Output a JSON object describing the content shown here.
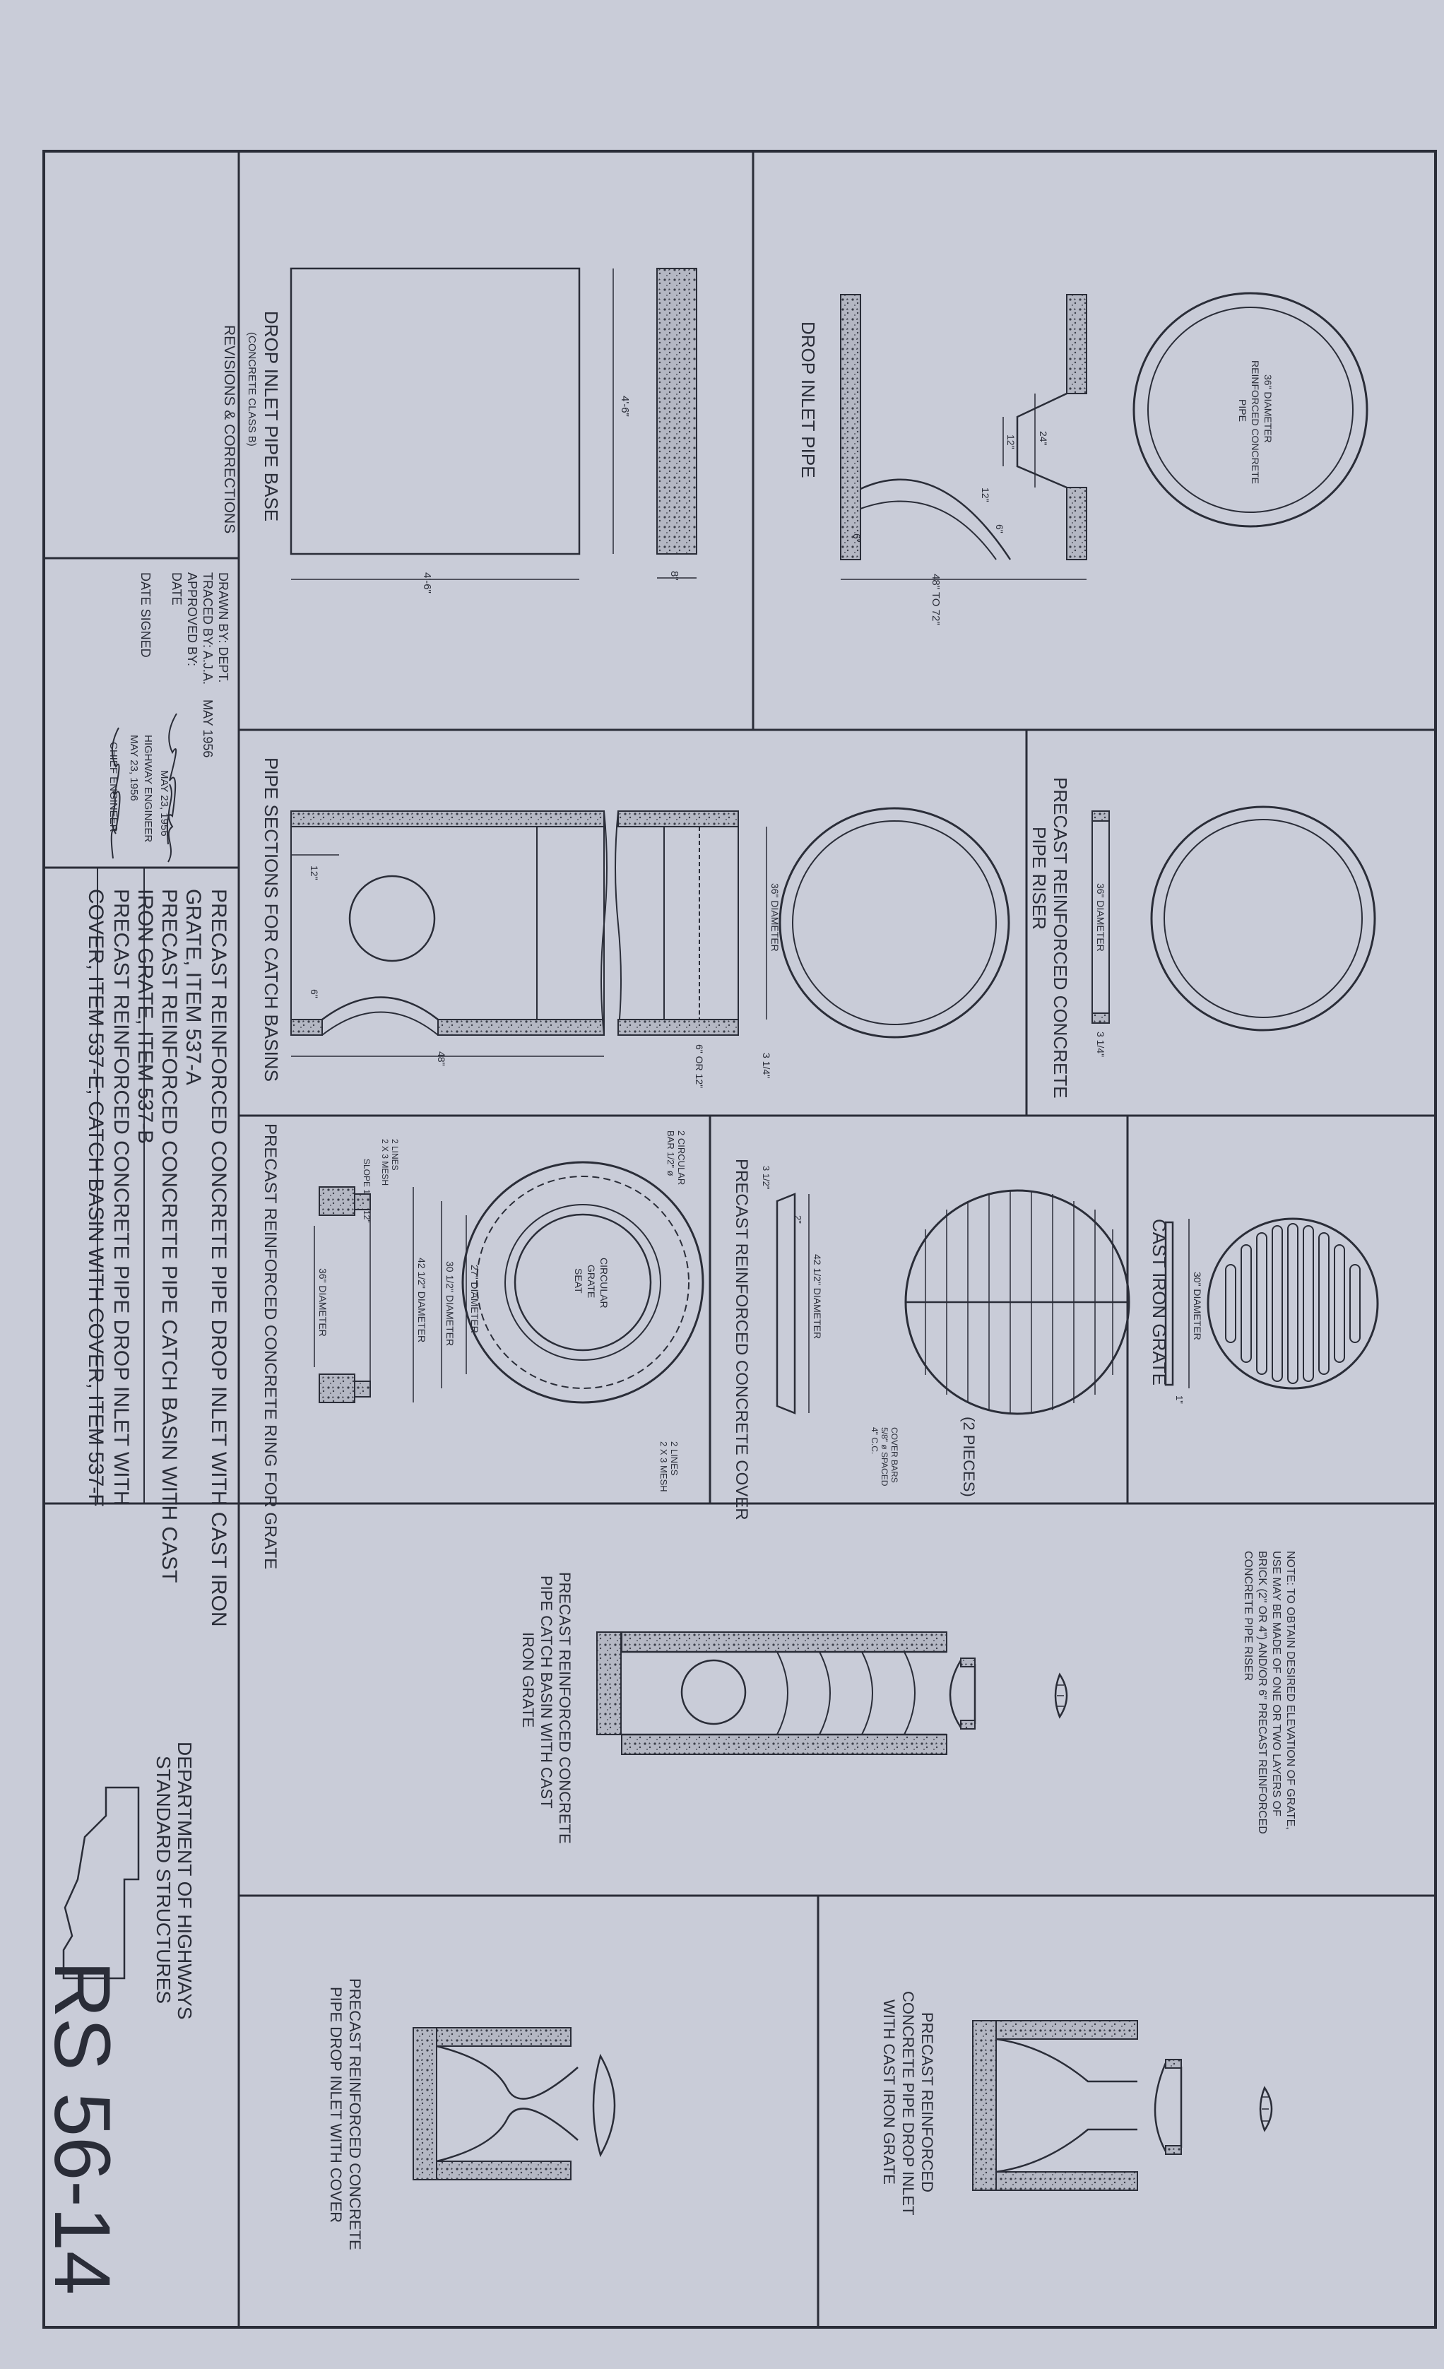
{
  "sheet_number": "RS 56-14",
  "department": [
    "DEPARTMENT OF HIGHWAYS",
    "STANDARD STRUCTURES"
  ],
  "titles": [
    "PRECAST REINFORCED CONCRETE PIPE DROP INLET WITH CAST IRON",
    "GRATE, ITEM 537-A",
    "PRECAST REINFORCED CONCRETE PIPE CATCH BASIN WITH CAST",
    "IRON GRATE, ITEM 537-B",
    "PRECAST REINFORCED CONCRETE PIPE DROP INLET WITH",
    "COVER, ITEM 537-E; CATCH BASIN WITH COVER, ITEM 537-F"
  ],
  "revisions_label": "REVISIONS & CORRECTIONS",
  "drawn": {
    "drawn_by": "DRAWN BY: DEPT.",
    "traced_by": "TRACED BY: A.J.A.",
    "approved_by": "APPROVED BY:",
    "date_label": "DATE",
    "date": "MAY 1956",
    "highway_engineer": "HIGHWAY ENGINEER",
    "date_signed_label": "DATE SIGNED",
    "chief_engineer": "CHIEF ENGINEER",
    "date_signed_1": "MAY 23, 1956",
    "date_signed_2": "MAY 23, 1956"
  },
  "views": {
    "drop_inlet_pipe_base": {
      "title": "DROP INLET PIPE BASE",
      "subtitle": "(CONCRETE CLASS B)",
      "dim_side": "4'-6\"",
      "dim_bottom": "4'-6\"",
      "dim_thick": "8\""
    },
    "drop_inlet_pipe": {
      "title": "DROP INLET PIPE",
      "circle_label": [
        "36\" DIAMETER",
        "REINFORCED CONCRETE",
        "PIPE"
      ],
      "dim_length": "48\" TO 72\"",
      "dim_24": "24\"",
      "dim_12a": "12\"",
      "dim_12b": "12\"",
      "dim_6a": "6\"",
      "dim_6b": "6\""
    },
    "riser": {
      "title": [
        "PRECAST REINFORCED CONCRETE",
        "PIPE RISER"
      ],
      "dim_dia": "36\" DIAMETER",
      "dim_thick": "3 1/4\""
    },
    "pipe_sections": {
      "title": "PIPE SECTIONS FOR CATCH BASINS",
      "dim_12": "12\"",
      "dim_6": "6\"",
      "dim_48": "48\"",
      "dim_dia": "36\" DIAMETER",
      "dim_or": "6\" OR 12\"",
      "dim_thick": "3 1/4\""
    },
    "cast_iron_grate": {
      "title": "CAST IRON GRATE",
      "dim_dia": "30\" DIAMETER",
      "dim_1": "1\""
    },
    "cover": {
      "title": "PRECAST REINFORCED CONCRETE COVER",
      "pieces": "(2 PIECES)",
      "dim_dia": "42 1/2\" DIAMETER",
      "dim_thick": "3 1/2\"",
      "dim_2": "2\"",
      "bars_note": [
        "COVER BARS",
        "5/8\" ø SPACED",
        "4\" C.C."
      ]
    },
    "ring": {
      "title": "PRECAST REINFORCED CONCRETE RING FOR GRATE",
      "center_label": [
        "CIRCULAR",
        "GRATE",
        "SEAT"
      ],
      "bar_note": [
        "2 CIRCULAR",
        "BAR 1/2\" ø"
      ],
      "mesh_note": [
        "2 LINES",
        "2 X 3 MESH"
      ],
      "mesh_note_2": [
        "2 LINES",
        "2 X 3 MESH"
      ],
      "slope_note": "SLOPE 1\" IN 12\"",
      "dim_42": "42 1/2\" DIAMETER",
      "dim_30": "30 1/2\" DIAMETER",
      "dim_27": "27\" DIAMETER",
      "dim_36": "36\" DIAMETER"
    },
    "catch_basin_assembly": {
      "title": [
        "PRECAST REINFORCED CONCRETE",
        "PIPE CATCH BASIN WITH CAST",
        "IRON GRATE"
      ],
      "note": [
        "NOTE: TO OBTAIN DESIRED ELEVATION OF GRATE,",
        "USE MAY BE MADE OF ONE OR TWO LAYERS OF",
        "BRICK (2\" OR 4\") AND/OR 6\" PRECAST REINFORCED",
        "CONCRETE PIPE RISER"
      ]
    },
    "drop_inlet_assembly": {
      "title": [
        "PRECAST REINFORCED",
        "CONCRETE PIPE DROP INLET",
        "WITH CAST IRON GRATE"
      ]
    },
    "drop_inlet_cover_assembly": {
      "title": [
        "PRECAST REINFORCED CONCRETE",
        "PIPE DROP INLET WITH COVER"
      ]
    }
  }
}
